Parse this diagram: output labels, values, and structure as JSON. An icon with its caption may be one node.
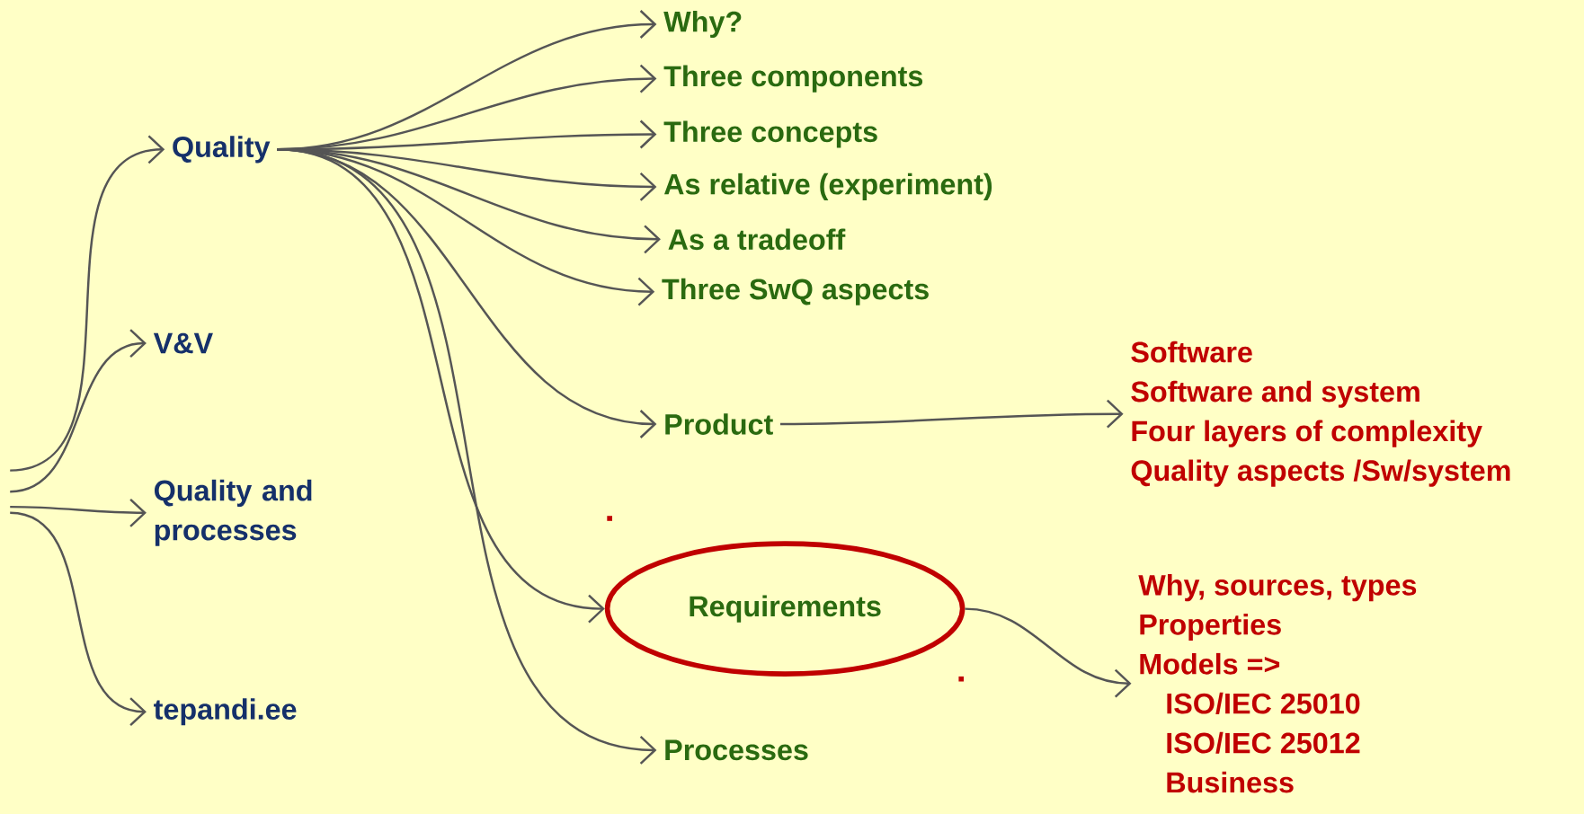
{
  "diagram": {
    "nodes": [
      {
        "text": [
          "Quality"
        ]
      },
      {
        "text": [
          "V&V"
        ]
      },
      {
        "text": [
          "Quality and processes"
        ]
      },
      {
        "text": [
          "tepandi.ee"
        ]
      },
      {
        "text": [
          "Why?"
        ]
      },
      {
        "text": [
          "Three components"
        ]
      },
      {
        "text": [
          "Three concepts"
        ]
      },
      {
        "text": [
          "As relative (experiment)"
        ]
      },
      {
        "text": [
          "As a tradeoff"
        ]
      },
      {
        "text": [
          "Three SwQ aspects"
        ]
      },
      {
        "text": [
          "Product"
        ]
      },
      {
        "text": [
          "Requirements"
        ]
      },
      {
        "text": [
          "Processes"
        ]
      },
      {
        "text": [
          "Software",
          "Software and system",
          "Four layers of complexity",
          "Quality aspects /Sw/system"
        ]
      },
      {
        "text": [
          "Why, sources, types",
          "Properties",
          "Models =>",
          "ISO/IEC 25010",
          "ISO/IEC 25012",
          "Business"
        ]
      }
    ],
    "edges": [
      {
        "from": null,
        "to": 0,
        "arrow": "to"
      },
      {
        "from": null,
        "to": 1,
        "arrow": "to"
      },
      {
        "from": null,
        "to": 2,
        "arrow": "to"
      },
      {
        "from": null,
        "to": 3,
        "arrow": "to"
      },
      {
        "from": 0,
        "to": 4,
        "arrow": "to"
      },
      {
        "from": 0,
        "to": 5,
        "arrow": "to"
      },
      {
        "from": 0,
        "to": 6,
        "arrow": "to"
      },
      {
        "from": 0,
        "to": 7,
        "arrow": "to"
      },
      {
        "from": 0,
        "to": 8,
        "arrow": "to"
      },
      {
        "from": 0,
        "to": 9,
        "arrow": "to"
      },
      {
        "from": 0,
        "to": 10,
        "arrow": "to"
      },
      {
        "from": 0,
        "to": 11,
        "arrow": "to"
      },
      {
        "from": 0,
        "to": 12,
        "arrow": "to"
      },
      {
        "from": 10,
        "to": 13,
        "arrow": "to"
      },
      {
        "from": 11,
        "to": 14,
        "arrow": "to"
      }
    ]
  }
}
